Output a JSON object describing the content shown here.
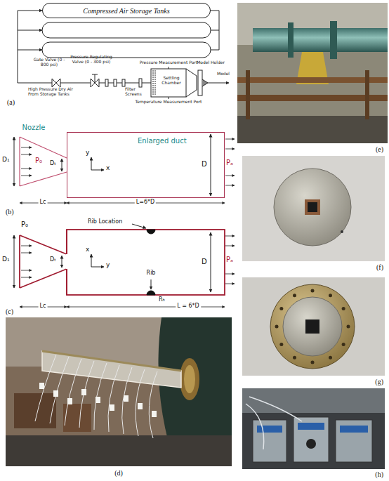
{
  "diagram": {
    "nodes": [
      {
        "text": [
          "Compressed Air Storage Tanks"
        ]
      },
      {
        "text": [
          "Enlarged duct"
        ]
      }
    ],
    "labels": [
      "Gate Valve (0 - 800 psi)",
      "Pressure Regulating Valve (0 - 300 psi)",
      "Pressure Measurement Port",
      "Model Holder",
      "High Pressure Dry Air From Storage Tanks",
      "Filter Screens",
      "Settling Chamber",
      "Model",
      "Temperature Measurement Port",
      "(a)",
      "Nozzle",
      "D₁",
      "P₀",
      "Dₜ",
      "y",
      "x",
      "D",
      "Pₐ",
      "Lc",
      "L=6*D",
      "(b)",
      "P₀",
      "D₁",
      "Dₜ",
      "Rib Location",
      "x",
      "y",
      "Rib",
      "Rₕ",
      "D",
      "Pₐ",
      "Lc",
      "L = 6*D",
      "(c)",
      "(d)",
      "(e)",
      "(f)",
      "(g)",
      "(h)"
    ]
  }
}
